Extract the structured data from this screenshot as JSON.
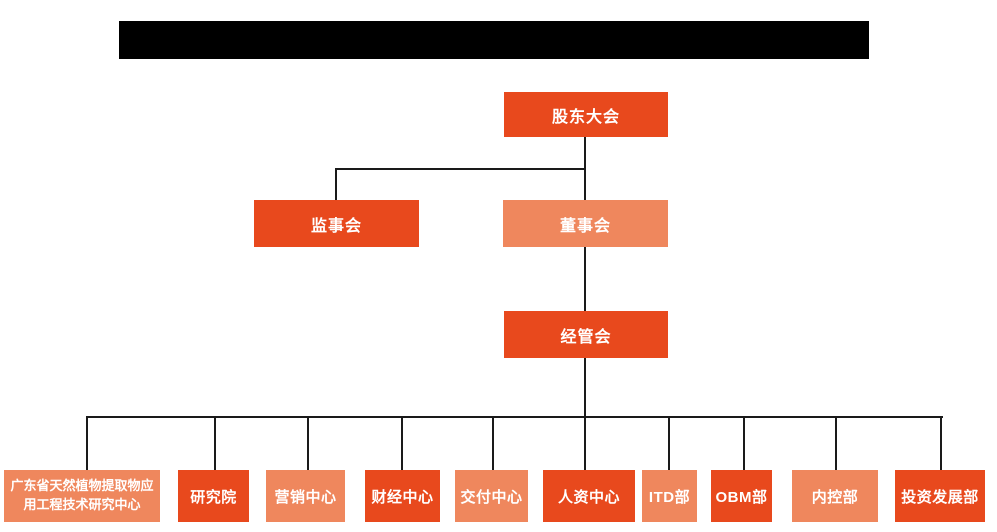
{
  "redacted_title": {
    "note": "solid black redaction bar, no visible text"
  },
  "colors": {
    "primary_orange": "#E8491D",
    "light_orange": "#EF875D",
    "connector_line": "#1a1a1a",
    "redacted_bar": "#000000",
    "node_text": "#FFFFFF",
    "page_background": "#FFFFFF"
  },
  "nodes": {
    "shareholders_meeting": {
      "label": "股东大会"
    },
    "supervisory_board": {
      "label": "监事会"
    },
    "board_of_directors": {
      "label": "董事会"
    },
    "management_committee": {
      "label": "经管会"
    },
    "research_center": {
      "label": "广东省天然植物提取物应用工程技术研究中心"
    },
    "research_institute": {
      "label": "研究院"
    },
    "marketing_center": {
      "label": "营销中心"
    },
    "finance_center": {
      "label": "财经中心"
    },
    "delivery_center": {
      "label": "交付中心"
    },
    "hr_center": {
      "label": "人资中心"
    },
    "itd_dept": {
      "label": "ITD部"
    },
    "obm_dept": {
      "label": "OBM部"
    },
    "internal_control_dept": {
      "label": "内控部"
    },
    "investment_dev_dept": {
      "label": "投资发展部"
    }
  },
  "hierarchy": {
    "root": "shareholders_meeting",
    "edges": [
      [
        "shareholders_meeting",
        "supervisory_board"
      ],
      [
        "shareholders_meeting",
        "board_of_directors"
      ],
      [
        "board_of_directors",
        "management_committee"
      ],
      [
        "management_committee",
        "research_center"
      ],
      [
        "management_committee",
        "research_institute"
      ],
      [
        "management_committee",
        "marketing_center"
      ],
      [
        "management_committee",
        "finance_center"
      ],
      [
        "management_committee",
        "delivery_center"
      ],
      [
        "management_committee",
        "hr_center"
      ],
      [
        "management_committee",
        "itd_dept"
      ],
      [
        "management_committee",
        "obm_dept"
      ],
      [
        "management_committee",
        "internal_control_dept"
      ],
      [
        "management_committee",
        "investment_dev_dept"
      ]
    ]
  }
}
